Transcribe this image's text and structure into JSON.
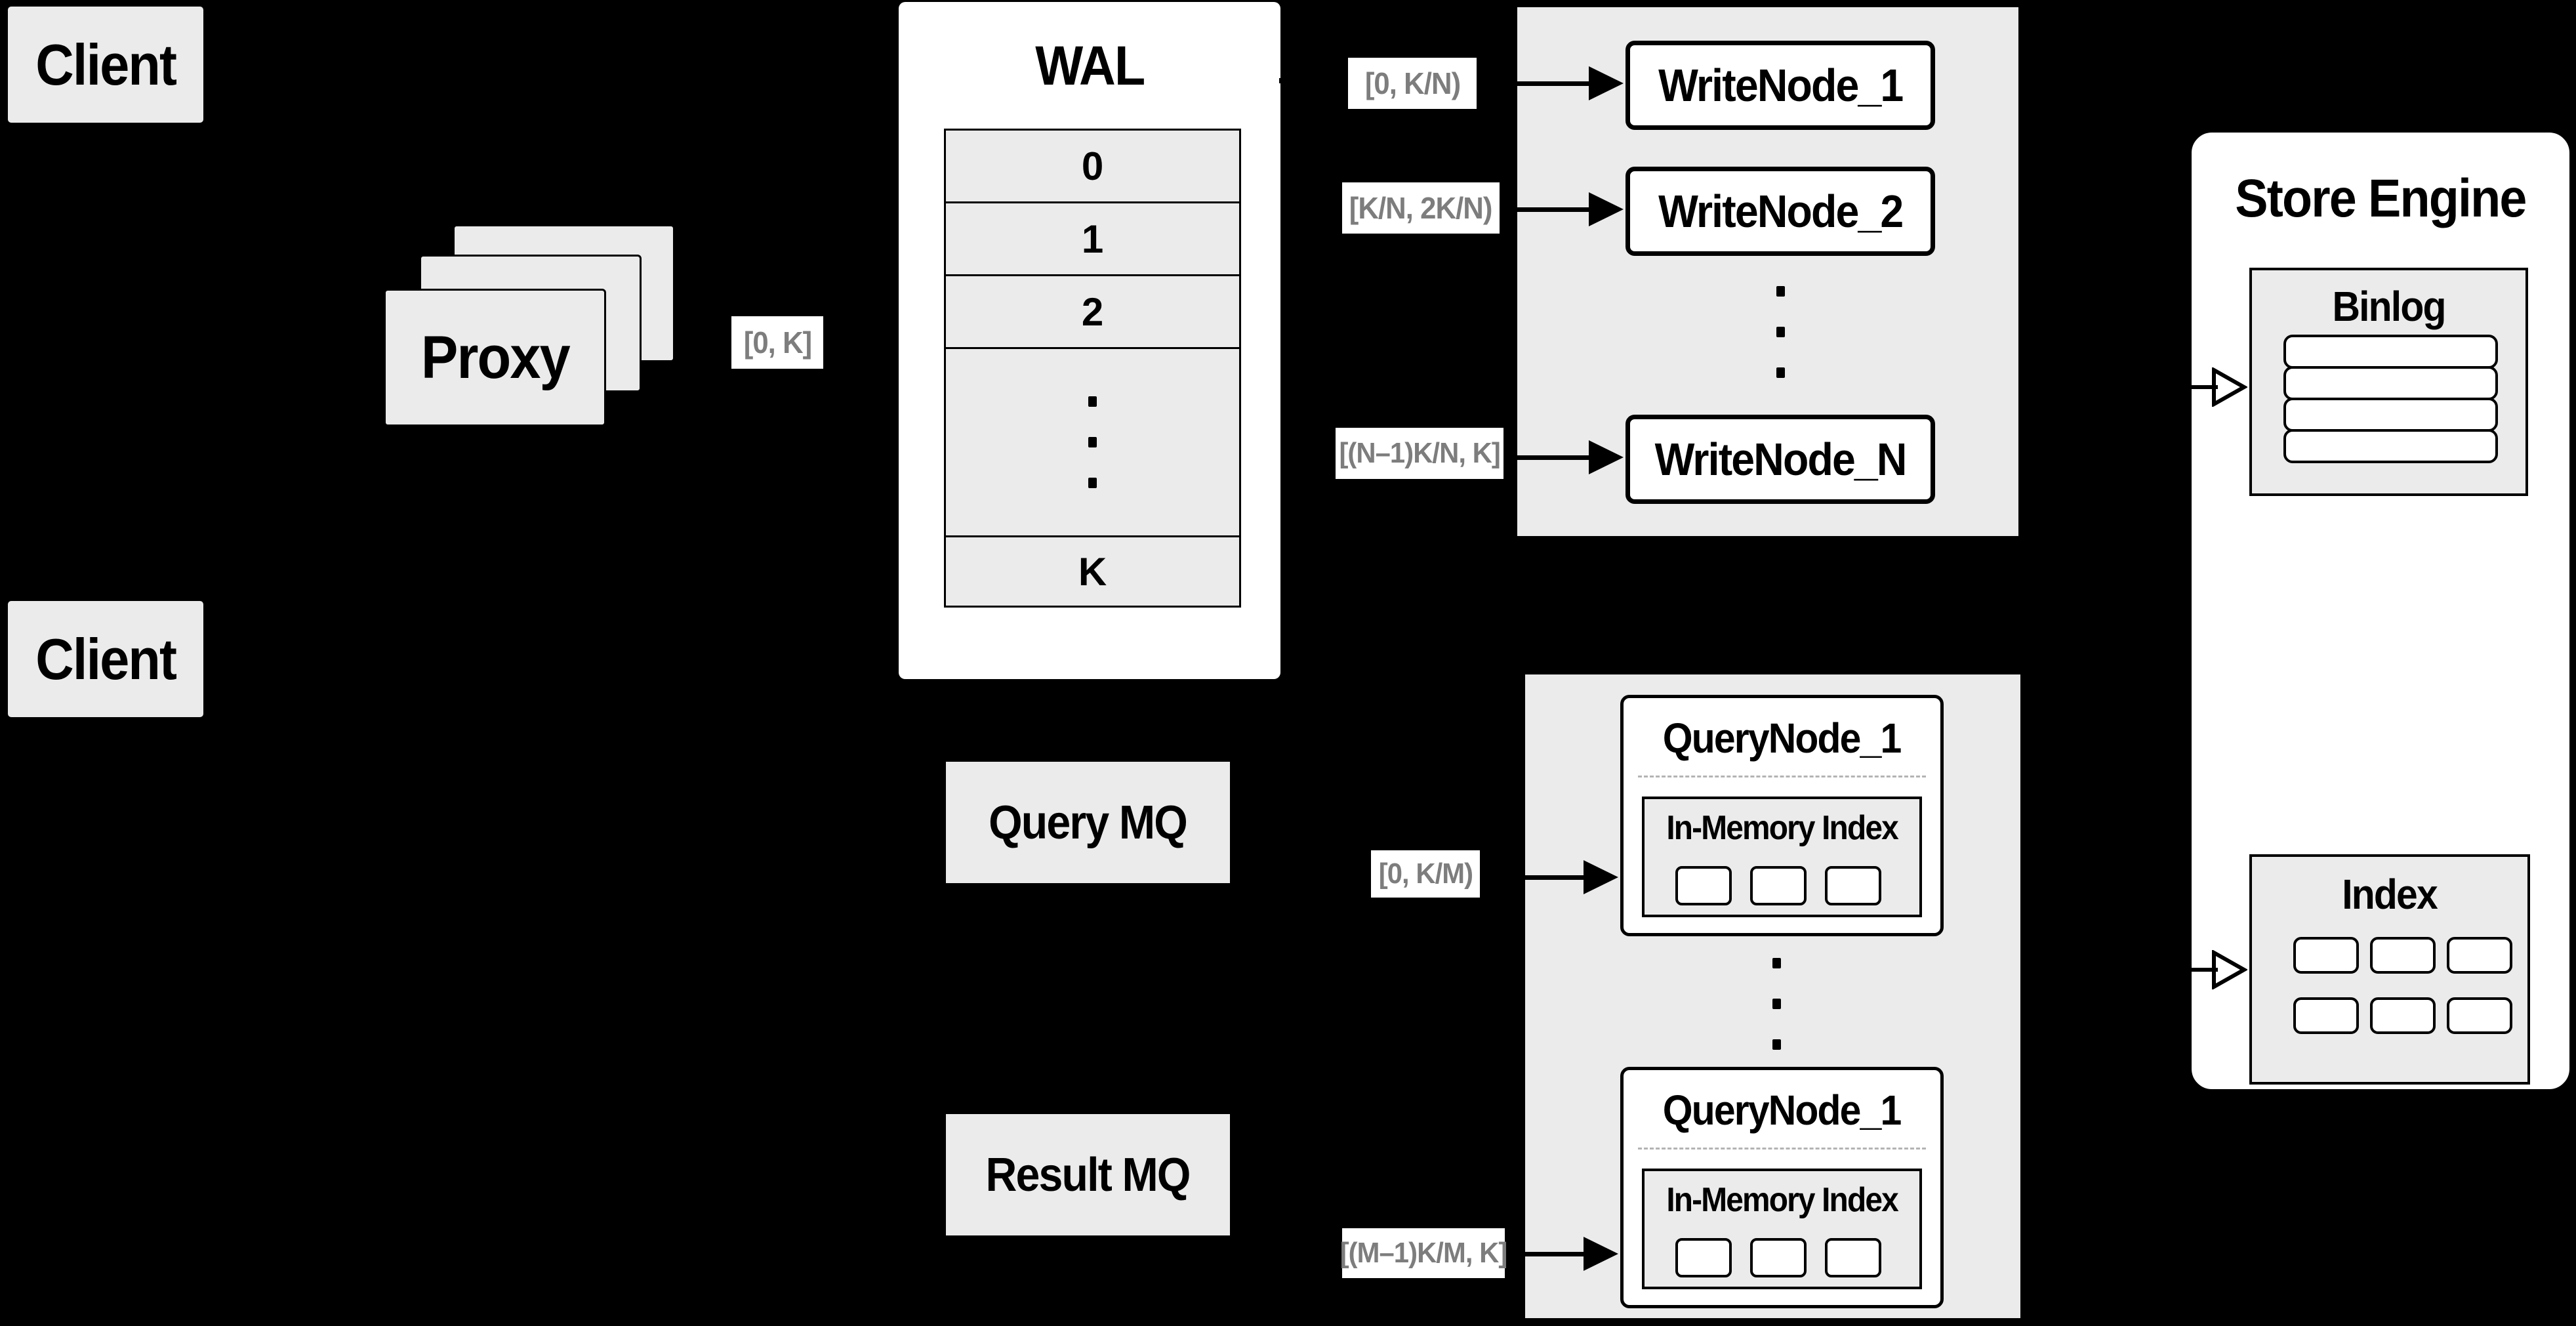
{
  "colors": {
    "background": "#000000",
    "panel_gray": "#ebebeb",
    "panel_white": "#ffffff",
    "border": "#000000",
    "range_label_text": "#7d7d7d",
    "dashed_divider": "#b3b3b3"
  },
  "client_top": {
    "label": "Client"
  },
  "client_bottom": {
    "label": "Client"
  },
  "proxy": {
    "label": "Proxy"
  },
  "range_labels": {
    "proxy_out": "[0, K]",
    "write_node_1": "[0, K/N)",
    "write_node_2": "[K/N, 2K/N)",
    "write_node_n": "[(N–1)K/N, K]",
    "query_node_top": "[0, K/M)",
    "query_node_bottom": "[(M–1)K/M, K]"
  },
  "wal": {
    "title": "WAL",
    "rows": [
      "0",
      "1",
      "2"
    ],
    "last_row": "K"
  },
  "write_nodes": {
    "node_1": "WriteNode_1",
    "node_2": "WriteNode_2",
    "node_n": "WriteNode_N"
  },
  "query_nodes": {
    "node_top": "QueryNode_1",
    "node_bottom": "QueryNode_1",
    "inner_title": "In-Memory Index"
  },
  "mq": {
    "query": "Query MQ",
    "result": "Result MQ"
  },
  "store_engine": {
    "title": "Store Engine",
    "binlog": "Binlog",
    "index": "Index"
  }
}
